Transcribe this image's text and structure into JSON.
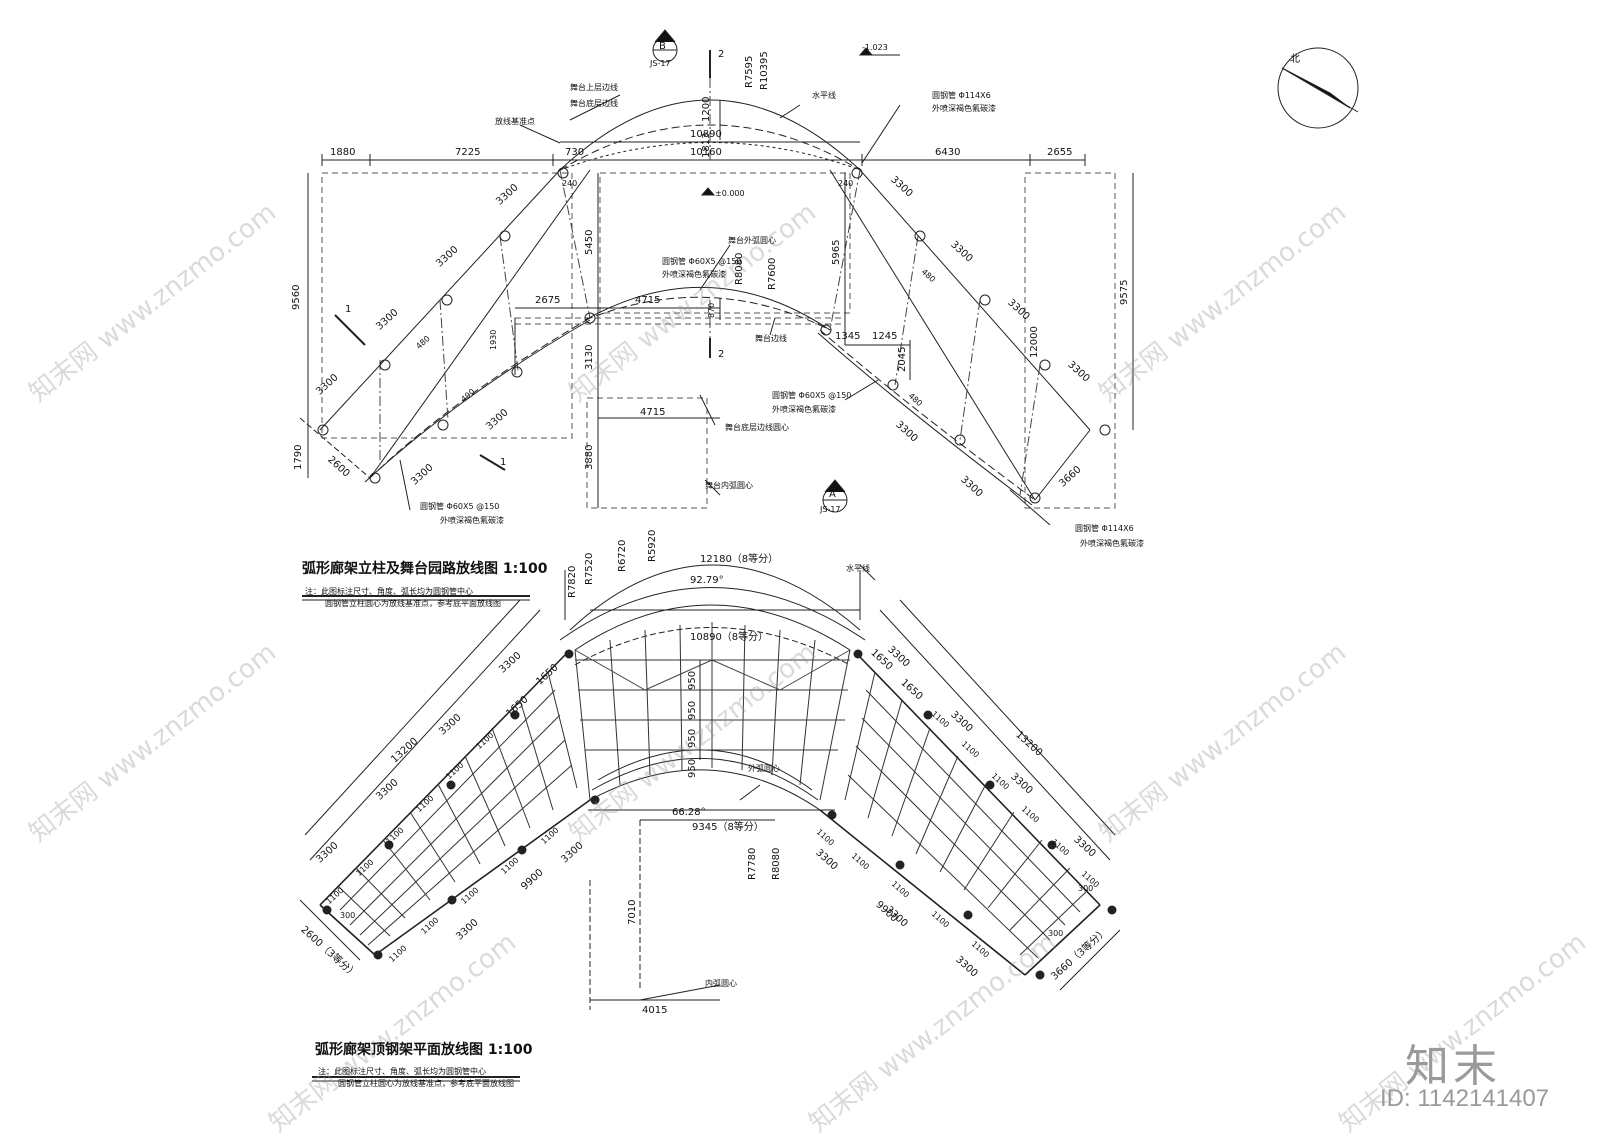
{
  "plan_top": {
    "title": "弧形廊架立柱及舞台园路放线图 1:100",
    "notes": [
      "注：此图标注尺寸、角度、弧长均为圆钢管中心",
      "圆钢管立柱圆心为放线基准点，参考底平面放线图"
    ],
    "section_mark_b": {
      "letter": "B",
      "sheet": "JS-17"
    },
    "section_mark_a": {
      "letter": "A",
      "sheet": "JS-17"
    },
    "section_2": "2",
    "section_1": "1",
    "elevation_top": "-1.023",
    "elevation_zero": "±0.000",
    "labels": {
      "stage_top": "舞台上层边线",
      "stage_bottom": "舞台底层边线",
      "setout_point": "放线基准点",
      "horizontal": "水平线",
      "pipe_114_a": "圆钢管 Φ114X6",
      "paint_a": "外喷深褐色氟碳漆",
      "outer_center": "舞台外弧圆心",
      "pipe_60_a": "圆钢管 Φ60X5 @150",
      "paint_b": "外喷深褐色氟碳漆",
      "stage_edge": "舞台边线",
      "pipe_60_b": "圆钢管 Φ60X5 @150",
      "paint_c": "外喷深褐色氟碳漆",
      "bottom_center": "舞台底层边线圆心",
      "inner_center": "舞台内弧圆心",
      "pipe_60_c": "圆钢管 Φ60X5 @150",
      "paint_d": "外喷深褐色氟碳漆",
      "pipe_114_b": "圆钢管 Φ114X6",
      "paint_e": "外喷深褐色氟碳漆"
    },
    "dims": {
      "d1880": "1880",
      "d7225": "7225",
      "d730": "730",
      "d10890": "10890",
      "d10160": "10160",
      "d6430": "6430",
      "d2655": "2655",
      "d1200": "1200",
      "d1813": "1813",
      "r7595": "R7595",
      "r10395": "R10395",
      "d3300": "3300",
      "d9560": "9560",
      "d9575": "9575",
      "d240a": "240",
      "d240b": "240",
      "d5450": "5450",
      "d5965": "5965",
      "r8080": "R8080",
      "r7600": "R7600",
      "d2675": "2675",
      "d4715a": "4715",
      "d870": "870",
      "d480": "480",
      "d1930": "1930",
      "d3130": "3130",
      "d1345": "1345",
      "d1245": "1245",
      "d2045": "2045",
      "d12000": "12000",
      "d4715b": "4715",
      "d3880": "3880",
      "d1790": "1790",
      "d2600": "2600",
      "d3660": "3660",
      "d490": "490"
    }
  },
  "plan_bottom": {
    "title": "弧形廊架顶钢架平面放线图 1:100",
    "notes": [
      "注：此图标注尺寸、角度、弧长均为圆钢管中心",
      "圆钢管立柱圆心为放线基准点，参考底平面放线图"
    ],
    "labels": {
      "horizontal": "水平线",
      "outer_center": "外弧圆心",
      "inner_center": "内弧圆心"
    },
    "dims": {
      "d12180": "12180（8等分）",
      "a9279": "92.79°",
      "r7820": "R7820",
      "r7520": "R7520",
      "r6720": "R6720",
      "r5920": "R5920",
      "d10890": "10890（8等分）",
      "d950": "950",
      "d1650": "1650",
      "d3300": "3300",
      "d13200": "13200",
      "d1100": "1100",
      "a6628": "66.28°",
      "d9345": "9345（8等分）",
      "r7780": "R7780",
      "r8080": "R8080",
      "d7010": "7010",
      "d4015": "4015",
      "d9900": "9900",
      "d2600": "2600（3等分）",
      "d3660": "3660（3等分）",
      "d300": "300"
    }
  },
  "north": "北",
  "brand": "知末",
  "brand_id": "ID: 1142141407",
  "watermark": "知末网 www.znzmo.com"
}
